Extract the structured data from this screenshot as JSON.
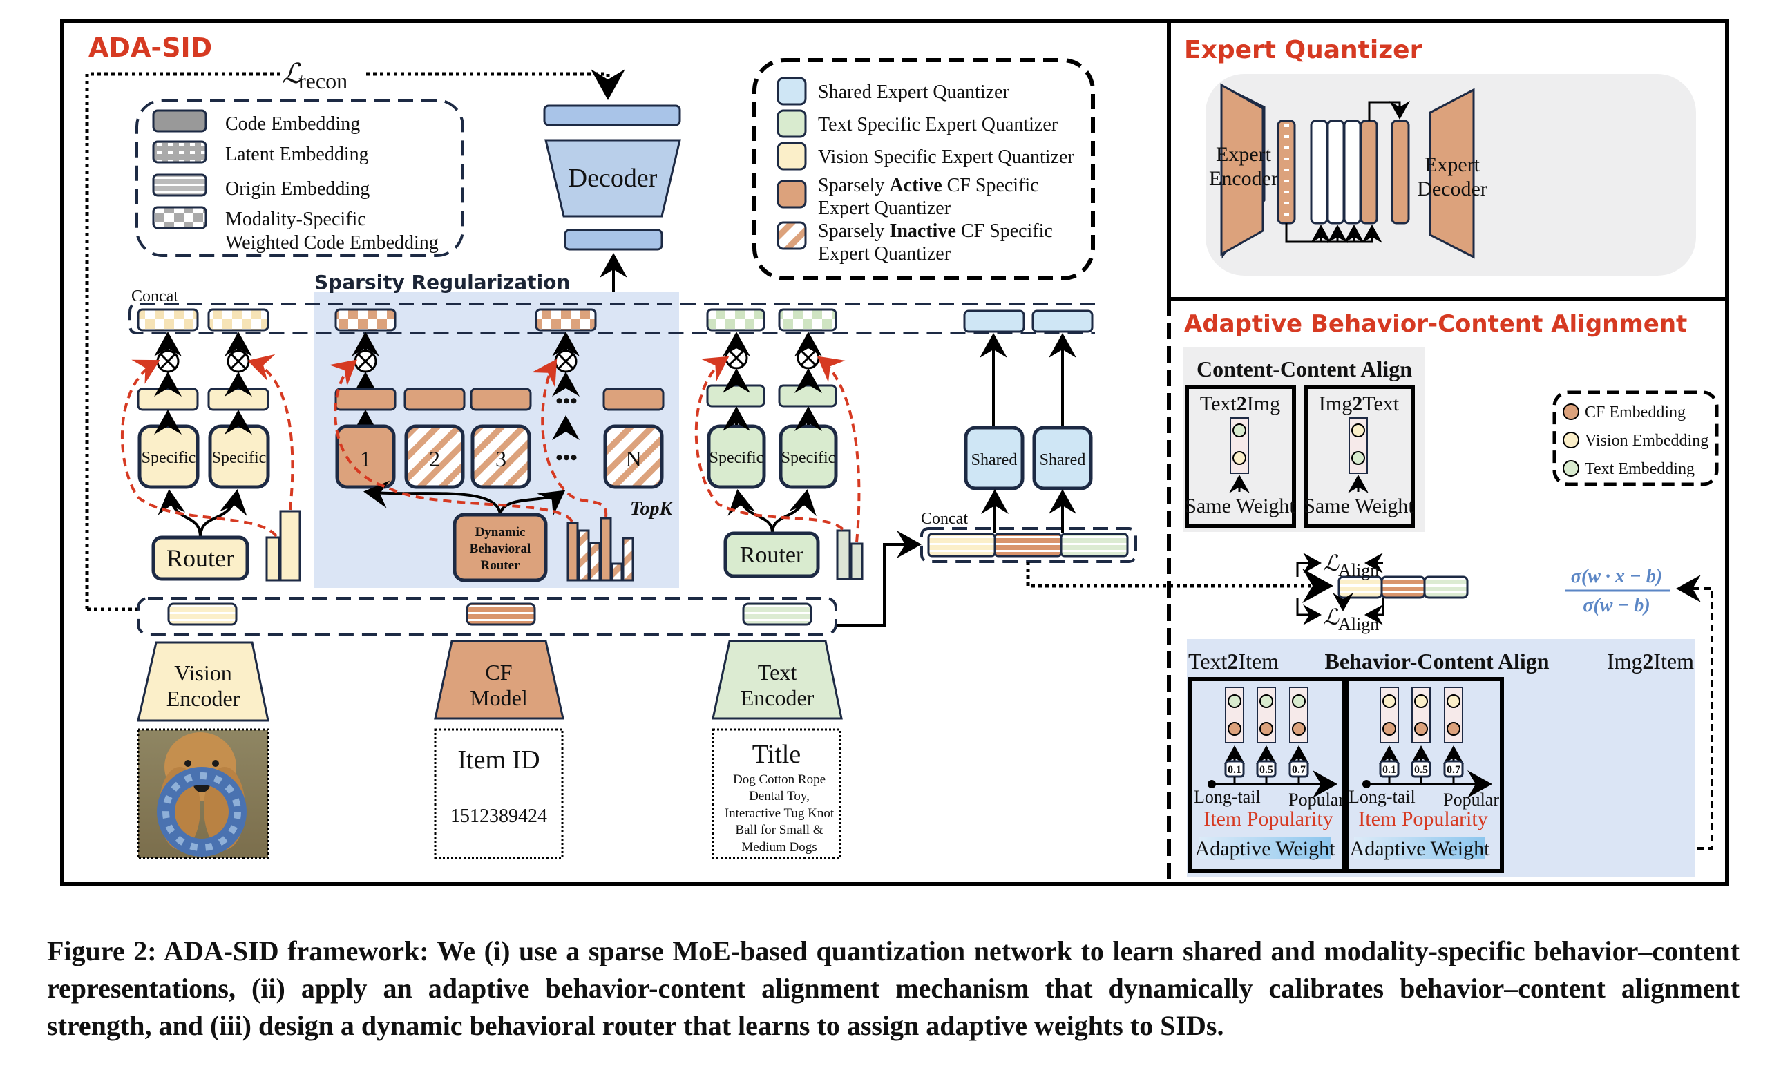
{
  "left_panel": {
    "title": "ADA-SID",
    "recon_loss_symbol": "ℒ",
    "recon_loss_sub": "recon",
    "legend_embeddings": [
      {
        "label": "Code Embedding",
        "pattern": "solid-gray"
      },
      {
        "label": "Latent Embedding",
        "pattern": "dotted-gray"
      },
      {
        "label": "Origin Embedding",
        "pattern": "striped-gray"
      },
      {
        "label": "Modality-Specific",
        "label2": "Weighted Code Embedding",
        "pattern": "checker-gray"
      }
    ],
    "legend_quantizers": [
      {
        "label": "Shared Expert Quantizer",
        "color": "#cfe6f5"
      },
      {
        "label": "Text Specific Expert Quantizer",
        "color": "#d9ebcf"
      },
      {
        "label": "Vision Specific Expert Quantizer",
        "color": "#fbefc9"
      },
      {
        "pre": "Sparsely ",
        "bold": "Active",
        "post": " CF Specific",
        "line2": "Expert Quantizer",
        "color": "#dca27c"
      },
      {
        "pre": "Sparsely ",
        "bold": "Inactive",
        "post": " CF Specific",
        "line2": "Expert Quantizer",
        "color": "hatched"
      }
    ],
    "decoder_label": "Decoder",
    "sparsity_label": "Sparsity Regularization",
    "concat_label_top": "Concat",
    "concat_label_mid": "Concat",
    "vision_branch": {
      "experts": [
        "Specific",
        "Specific"
      ],
      "router": "Router"
    },
    "cf_branch": {
      "experts": [
        "1",
        "2",
        "3",
        "N"
      ],
      "ellipsis": "•••",
      "router_lines": [
        "Dynamic",
        "Behavioral",
        "Router"
      ],
      "topk": "TopK"
    },
    "text_branch": {
      "experts": [
        "Specific",
        "Specific"
      ],
      "router": "Router"
    },
    "shared_branch": {
      "experts": [
        "Shared",
        "Shared"
      ]
    },
    "encoders": [
      {
        "line1": "Vision",
        "line2": "Encoder",
        "color": "#fbefc9"
      },
      {
        "line1": "CF",
        "line2": "Model",
        "color": "#dca27c"
      },
      {
        "line1": "Text",
        "line2": "Encoder",
        "color": "#dcebd2"
      }
    ],
    "inputs": {
      "image_alt": "dog-with-rope-toy-photo",
      "item_id_title": "Item ID",
      "item_id_value": "1512389424",
      "title_heading": "Title",
      "title_lines": [
        "Dog Cotton Rope",
        "Dental Toy,",
        "Interactive Tug Knot",
        "Ball for Small &",
        "Medium Dogs"
      ]
    }
  },
  "expert_quantizer": {
    "title": "Expert Quantizer",
    "encoder_line1": "Expert",
    "encoder_line2": "Encoder",
    "decoder_line1": "Expert",
    "decoder_line2": "Decoder"
  },
  "alignment": {
    "title": "Adaptive Behavior-Content Alignment",
    "content_content_title": "Content-Content Align",
    "text2img": {
      "pre": "Text",
      "bold": "2",
      "post": "Img",
      "weight": "Same Weight"
    },
    "img2text": {
      "pre": "Img",
      "bold": "2",
      "post": "Text",
      "weight": "Same Weight"
    },
    "legend": [
      {
        "label": "CF Embedding",
        "color": "#dca27c"
      },
      {
        "label": "Vision Embedding",
        "color": "#fbefc9"
      },
      {
        "label": "Text Embedding",
        "color": "#d9ebcf"
      }
    ],
    "align_loss_symbol": "ℒ",
    "align_loss_sub": "Align",
    "formula_num": "σ(w · x − b)",
    "formula_den": "σ(w − b)",
    "behavior_content_title": "Behavior-Content Align",
    "text2item": {
      "pre": "Text",
      "bold": "2",
      "post": "Item"
    },
    "img2item": {
      "pre": "Img",
      "bold": "2",
      "post": "Item"
    },
    "weights": [
      "0.1",
      "0.5",
      "0.7"
    ],
    "axis_left": "Long-tail",
    "axis_right": "Popular",
    "popularity_label": "Item Popularity",
    "adaptive_weight_label": "Adaptive Weight"
  },
  "caption": "Figure 2: ADA-SID framework: We (i) use a sparse MoE-based quantization network to learn shared and modality-specific behavior–content representations, (ii) apply an adaptive behavior-content alignment mechanism that dynamically calibrates behavior–content alignment strength, and (iii) design a dynamic behavioral router that learns to assign adaptive weights to SIDs.",
  "colors": {
    "accent_red": "#d63a22",
    "cf_orange": "#dca27c",
    "vision_yellow": "#fbefc9",
    "text_green": "#d9ebcf",
    "shared_blue": "#cfe6f5",
    "decoder_blue": "#a9c4e8",
    "sparsity_bg": "#dbe5f5",
    "formula_blue": "#5b86c5"
  }
}
